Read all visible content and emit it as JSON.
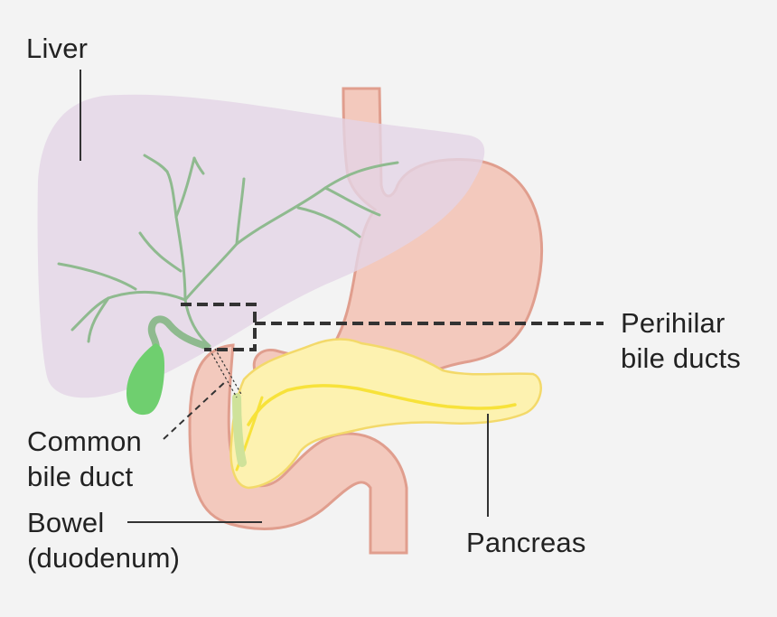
{
  "labels": {
    "liver": "Liver",
    "perihilar_line1": "Perihilar",
    "perihilar_line2": "bile ducts",
    "common_bile_duct_line1": "Common",
    "common_bile_duct_line2": "bile duct",
    "bowel_line1": "Bowel",
    "bowel_line2": "(duodenum)",
    "pancreas": "Pancreas"
  },
  "colors": {
    "background": "#f3f3f3",
    "liver_fill": "#e3d5e6",
    "stomach_fill": "#f3c9bd",
    "stomach_outline": "#e09e8e",
    "bile_duct": "#8fba8f",
    "gallbladder": "#6fcf6f",
    "pancreas_fill": "#fdf2b0",
    "pancreas_outline": "#f3d96a",
    "pancreatic_duct": "#f7e23a",
    "leader_line": "#333333"
  }
}
